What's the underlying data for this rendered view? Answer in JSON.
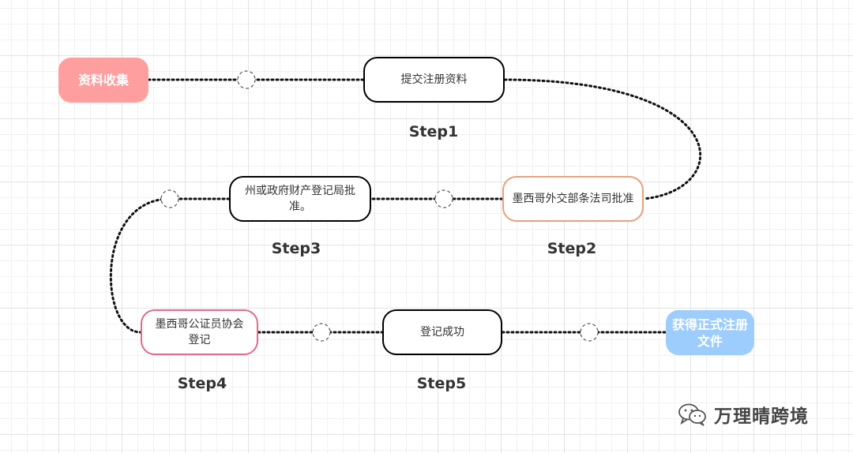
{
  "start": "资料收集",
  "end": "获得正式注册文件",
  "steps": [
    {
      "label": "Step1",
      "text": "提交注册资料"
    },
    {
      "label": "Step2",
      "text": "墨西哥外交部条法司批准"
    },
    {
      "label": "Step3",
      "text": "州或政府财产登记局批准。"
    },
    {
      "label": "Step4",
      "text": "墨西哥公证员协会登记"
    },
    {
      "label": "Step5",
      "text": "登记成功"
    }
  ],
  "colors": {
    "start_fill": "#ff9e9e",
    "end_fill": "#9ccdfc",
    "step2_border": "#e8a07b",
    "step4_border": "#e06a87"
  },
  "watermark": {
    "icon": "wechat-icon",
    "text": "万理晴跨境"
  }
}
